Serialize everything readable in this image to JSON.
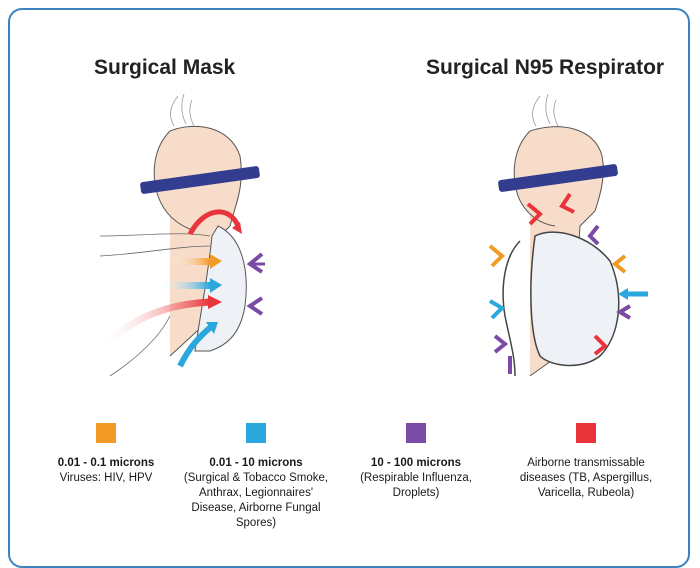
{
  "titles": {
    "left": "Surgical Mask",
    "right": "Surgical N95 Respirator"
  },
  "colors": {
    "frame": "#3b83c0",
    "orange": "#f29a26",
    "blue": "#2aa7dd",
    "purple": "#7b4aa5",
    "red": "#e8343a",
    "strap": "#333d8f"
  },
  "legend": [
    {
      "color": "#f29a26",
      "range": "0.01 - 0.1 microns",
      "desc": "Viruses: HIV, HPV"
    },
    {
      "color": "#2aa7dd",
      "range": "0.01 - 10 microns",
      "desc": "(Surgical & Tobacco Smoke, Anthrax, Legionnaires' Disease, Airborne Fungal Spores)"
    },
    {
      "color": "#7b4aa5",
      "range": "10 - 100 microns",
      "desc": "(Respirable Influenza, Droplets)"
    },
    {
      "color": "#e8343a",
      "range": "",
      "desc": "Airborne transmissable diseases (TB, Aspergillus, Varicella, Rubeola)"
    }
  ]
}
